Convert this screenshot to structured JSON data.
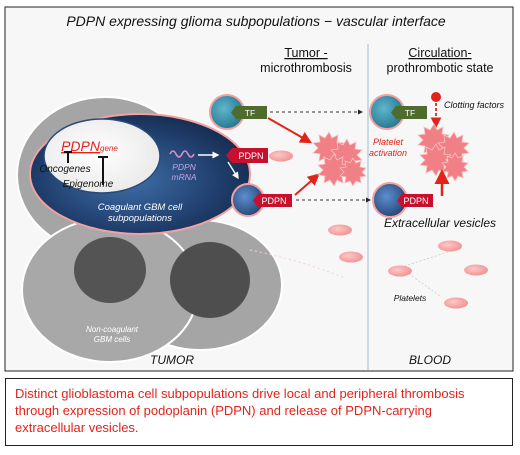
{
  "figure": {
    "title": "PDPN expressing glioma subpopulations − vascular interface",
    "tumor_micro_label_1": "Tumor -",
    "tumor_micro_label_2": "microthrombosis",
    "circ_label_1": "Circulation-",
    "circ_label_2": "prothrombotic state",
    "pdpn_gene_main": "PDPN",
    "pdpn_gene_sub": " gene",
    "oncogenes": "Oncogenes",
    "epigenome": "Epigenome",
    "pdpn_mrna_1": "PDPN",
    "pdpn_mrna_2": "mRNA",
    "coagulant_1": "Coagulant GBM cell",
    "coagulant_2": "subpopulations",
    "noncoag_1": "Non-coagulant",
    "noncoag_2": "GBM cells",
    "tf": "TF",
    "pdpn": "PDPN",
    "clotting_factors": "Clotting factors",
    "platelet_activation_1": "Platelet",
    "platelet_activation_2": "activation",
    "extracellular_vesicles": "Extracellular vesicles",
    "platelets": "Platelets",
    "tumor": "TUMOR",
    "blood": "BLOOD",
    "caption": "Distinct glioblastoma cell subpopulations drive local and peripheral thrombosis through expression of podoplanin (PDPN) and release of PDPN-carrying extracellular vesicles."
  },
  "colors": {
    "accent_red": "#e2231a",
    "tf_green": "#4f6b2e",
    "pdpn_red": "#c8102e",
    "platelet_pink": "#f2a0a0",
    "clot_pink": "#f07f86",
    "cell_navy": "#1f3d6b",
    "cell_teal": "#2a86a0",
    "gray_cell": "#a9a9a9"
  }
}
